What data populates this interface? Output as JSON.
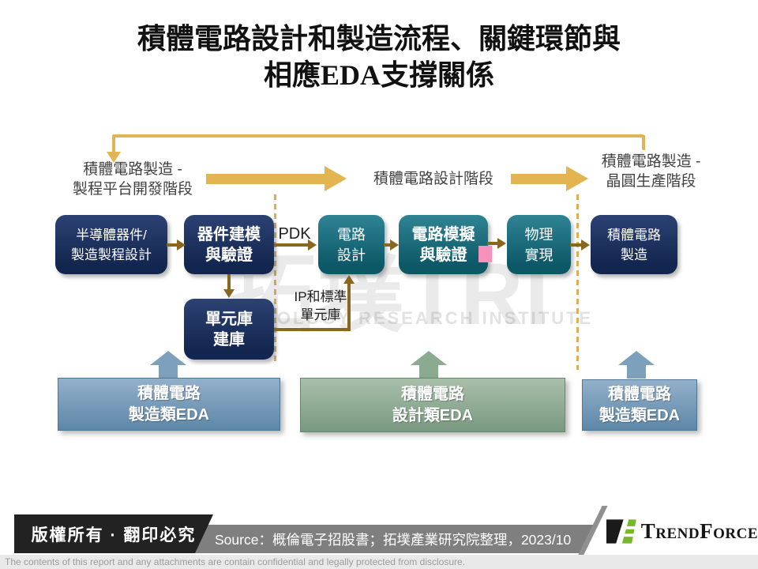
{
  "title": {
    "line1": "積體電路設計和製造流程、關鍵環節與",
    "line2": "相應EDA支撐關係"
  },
  "stages": {
    "left": {
      "line1": "積體電路製造 -",
      "line2": "製程平台開發階段"
    },
    "middle": {
      "line1": "積體電路設計階段"
    },
    "right": {
      "line1": "積體電路製造 -",
      "line2": "晶圓生產階段"
    }
  },
  "flow": {
    "box1": {
      "line1": "半導體器件/",
      "line2": "製造製程設計"
    },
    "box2": {
      "line1": "器件建模",
      "line2": "與驗證"
    },
    "box3": {
      "line1": "電路",
      "line2": "設計"
    },
    "box4": {
      "line1": "電路模擬",
      "line2": "與驗證"
    },
    "box5": {
      "line1": "物理",
      "line2": "實現"
    },
    "box6": {
      "line1": "積體電路",
      "line2": "製造"
    },
    "box7": {
      "line1": "單元庫",
      "line2": "建庫"
    }
  },
  "labels": {
    "pdk": "PDK",
    "ip": {
      "line1": "IP和標準",
      "line2": "單元庫"
    }
  },
  "eda": {
    "left": {
      "line1": "積體電路",
      "line2": "製造類EDA"
    },
    "middle": {
      "line1": "積體電路",
      "line2": "設計類EDA"
    },
    "right": {
      "line1": "積體電路",
      "line2": "製造類EDA"
    }
  },
  "watermark": {
    "big": "拓墣TRI",
    "sub": "TOPOLOGY RESEARCH INSTITUTE"
  },
  "footer": {
    "copyright": "版權所有 · 翻印必究",
    "source": "Source：概倫電子招股書；拓墣產業研究院整理，2023/10",
    "brand": "TrendForce",
    "disclaimer": "The contents of this report and any attachments are contain confidential and legally protected from disclosure."
  },
  "colors": {
    "gold": "#e2b452",
    "gold-dark": "#8a671e",
    "gold-light": "#dcae57",
    "navy-top": "#2c4273",
    "navy-bot": "#13264f",
    "teal-top": "#2f8494",
    "teal-bot": "#0d5867",
    "steel-top": "#93b0ca",
    "steel-bot": "#5d87a8",
    "green-top": "#a9bfab",
    "green-bot": "#78997f",
    "pink": "#f591bb",
    "brand-green": "#76b82a"
  }
}
